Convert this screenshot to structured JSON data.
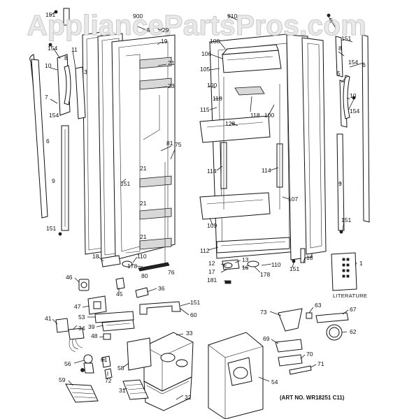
{
  "watermark": {
    "text": "AppliancePartsPros.com"
  },
  "art_number": "(ART NO. WR18251 C11)",
  "literature_label": "LITERATURE",
  "callouts": [
    {
      "id": "c1",
      "label": "151"
    },
    {
      "id": "c2",
      "label": "900"
    },
    {
      "id": "c3",
      "label": "5"
    },
    {
      "id": "c4",
      "label": "29"
    },
    {
      "id": "c5",
      "label": "19"
    },
    {
      "id": "c6",
      "label": "154"
    },
    {
      "id": "c7",
      "label": "11"
    },
    {
      "id": "c8",
      "label": "8"
    },
    {
      "id": "c9",
      "label": "10"
    },
    {
      "id": "c10",
      "label": "3"
    },
    {
      "id": "c11",
      "label": "7"
    },
    {
      "id": "c12",
      "label": "154"
    },
    {
      "id": "c13",
      "label": "21"
    },
    {
      "id": "c14",
      "label": "23"
    },
    {
      "id": "c15",
      "label": "6"
    },
    {
      "id": "c16",
      "label": "81"
    },
    {
      "id": "c17",
      "label": "75"
    },
    {
      "id": "c18",
      "label": "9"
    },
    {
      "id": "c19",
      "label": "21"
    },
    {
      "id": "c20",
      "label": "151"
    },
    {
      "id": "c21",
      "label": "21"
    },
    {
      "id": "c22",
      "label": "151"
    },
    {
      "id": "c23",
      "label": "21"
    },
    {
      "id": "c24",
      "label": "18"
    },
    {
      "id": "c25",
      "label": "110"
    },
    {
      "id": "c26",
      "label": "178"
    },
    {
      "id": "c27",
      "label": "80"
    },
    {
      "id": "c28",
      "label": "76"
    },
    {
      "id": "c29",
      "label": "910"
    },
    {
      "id": "c30",
      "label": "108"
    },
    {
      "id": "c31",
      "label": "106"
    },
    {
      "id": "c32",
      "label": "105"
    },
    {
      "id": "c33",
      "label": "100"
    },
    {
      "id": "c34",
      "label": "116"
    },
    {
      "id": "c35",
      "label": "115"
    },
    {
      "id": "c36",
      "label": "118"
    },
    {
      "id": "c37",
      "label": "100"
    },
    {
      "id": "c38",
      "label": "128"
    },
    {
      "id": "c39",
      "label": "114"
    },
    {
      "id": "c40",
      "label": "114"
    },
    {
      "id": "c41",
      "label": "107"
    },
    {
      "id": "c42",
      "label": "109"
    },
    {
      "id": "c43",
      "label": "112"
    },
    {
      "id": "c44",
      "label": "13"
    },
    {
      "id": "c45",
      "label": "12"
    },
    {
      "id": "c46",
      "label": "16"
    },
    {
      "id": "c47",
      "label": "17"
    },
    {
      "id": "c48",
      "label": "181"
    },
    {
      "id": "c49",
      "label": "178"
    },
    {
      "id": "c50",
      "label": "110"
    },
    {
      "id": "c51",
      "label": "151"
    },
    {
      "id": "c52",
      "label": "18"
    },
    {
      "id": "c53",
      "label": "5"
    },
    {
      "id": "c54",
      "label": "151"
    },
    {
      "id": "c55",
      "label": "8"
    },
    {
      "id": "c56",
      "label": "6"
    },
    {
      "id": "c57",
      "label": "154"
    },
    {
      "id": "c58",
      "label": "5"
    },
    {
      "id": "c59",
      "label": "10"
    },
    {
      "id": "c60",
      "label": "154"
    },
    {
      "id": "c61",
      "label": "9"
    },
    {
      "id": "c62",
      "label": "151"
    },
    {
      "id": "c63",
      "label": "1"
    },
    {
      "id": "c64",
      "label": "46"
    },
    {
      "id": "c65",
      "label": "45"
    },
    {
      "id": "c66",
      "label": "36"
    },
    {
      "id": "c67",
      "label": "47"
    },
    {
      "id": "c68",
      "label": "151"
    },
    {
      "id": "c69",
      "label": "53"
    },
    {
      "id": "c70",
      "label": "60"
    },
    {
      "id": "c71",
      "label": "41"
    },
    {
      "id": "c72",
      "label": "34"
    },
    {
      "id": "c73",
      "label": "39"
    },
    {
      "id": "c74",
      "label": "48"
    },
    {
      "id": "c75",
      "label": "33"
    },
    {
      "id": "c76",
      "label": "56"
    },
    {
      "id": "c77",
      "label": "61"
    },
    {
      "id": "c78",
      "label": "72"
    },
    {
      "id": "c79",
      "label": "58"
    },
    {
      "id": "c80",
      "label": "31"
    },
    {
      "id": "c81",
      "label": "59"
    },
    {
      "id": "c82",
      "label": "32"
    },
    {
      "id": "c83",
      "label": "73"
    },
    {
      "id": "c84",
      "label": "63"
    },
    {
      "id": "c85",
      "label": "67"
    },
    {
      "id": "c86",
      "label": "62"
    },
    {
      "id": "c87",
      "label": "69"
    },
    {
      "id": "c88",
      "label": "70"
    },
    {
      "id": "c89",
      "label": "71"
    },
    {
      "id": "c90",
      "label": "54"
    }
  ]
}
